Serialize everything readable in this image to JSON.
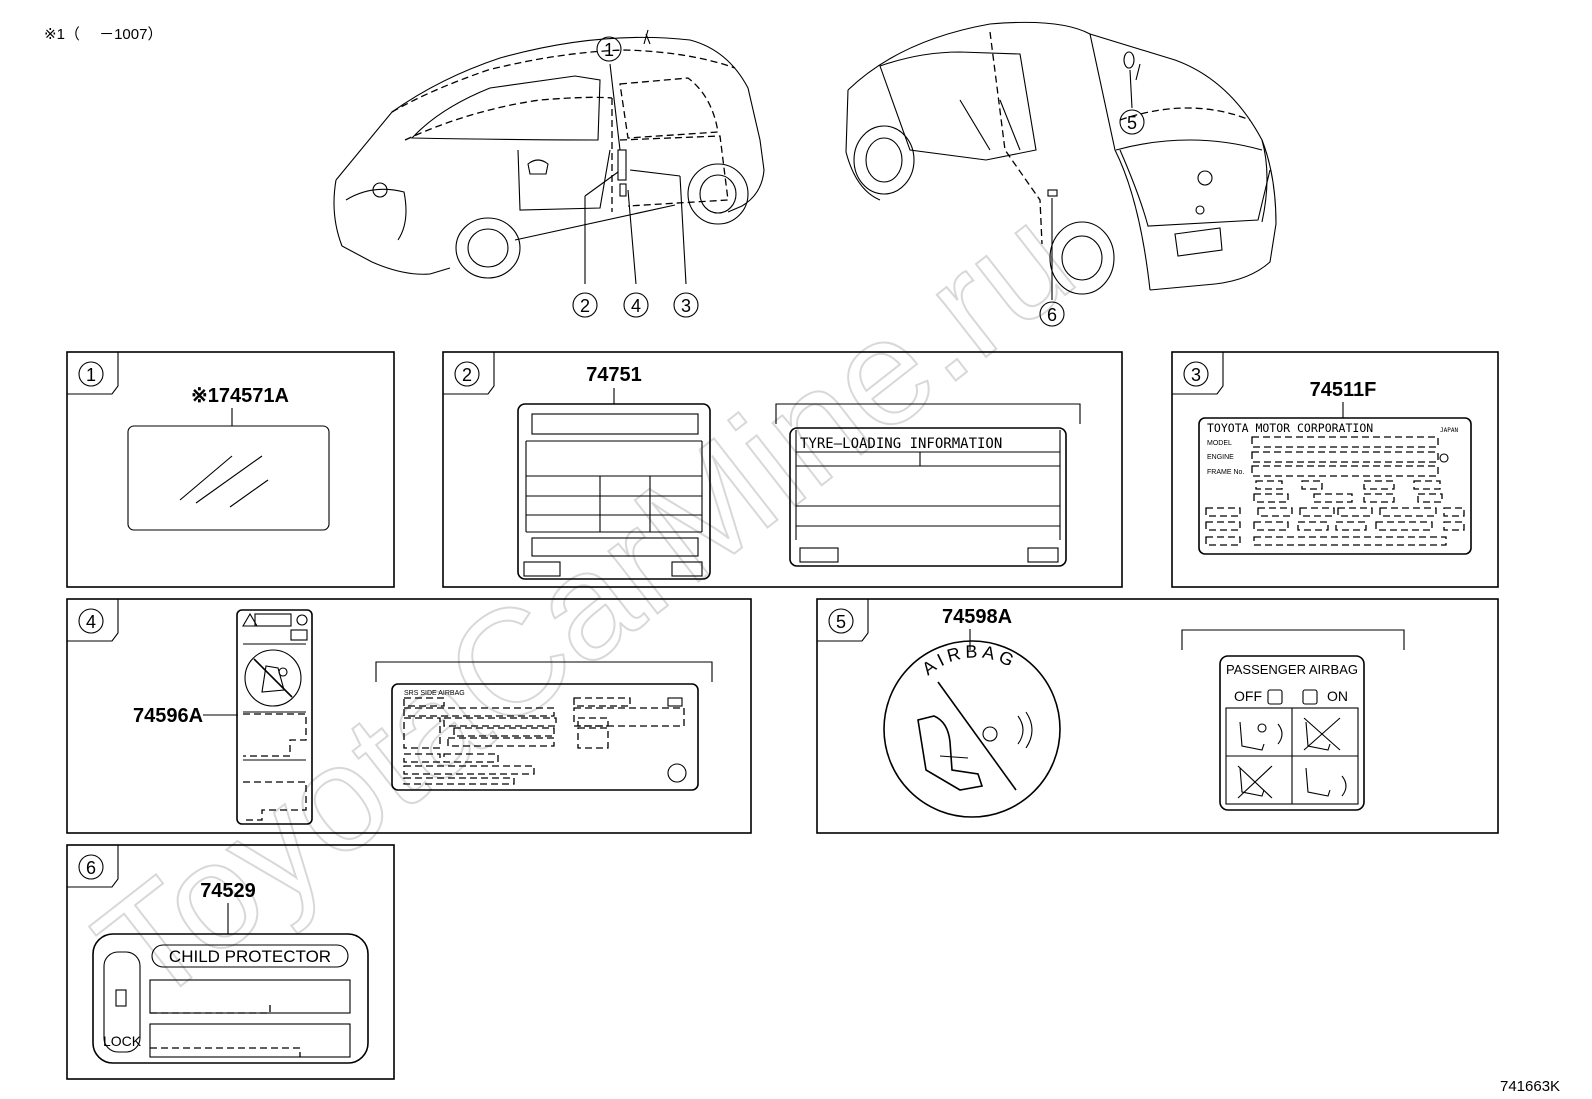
{
  "header_note": "※1（　 －1007）",
  "footer_code": "741663K",
  "watermark": "ToyotaCarMine.ru",
  "callouts": [
    "1",
    "2",
    "3",
    "4",
    "5",
    "6"
  ],
  "panels": [
    {
      "index": "1",
      "part": "※174571A"
    },
    {
      "index": "2",
      "part": "74751",
      "label_text": "TYRE–LOADING  INFORMATION"
    },
    {
      "index": "3",
      "part": "74511F",
      "maker": "TOYOTA  MOTOR CORPORATION",
      "country": "JAPAN",
      "fields": [
        "MODEL",
        "ENGINE",
        "FRAME No."
      ]
    },
    {
      "index": "4",
      "part": "74596A",
      "small_text": "SRS SIDE AIRBAG"
    },
    {
      "index": "5",
      "part": "74598A",
      "ring_text": "AIRBAG",
      "label_title": "PASSENGER AIRBAG",
      "off": "OFF",
      "on": "ON"
    },
    {
      "index": "6",
      "part": "74529",
      "label_title": "CHILD PROTECTOR",
      "lock": "LOCK"
    }
  ]
}
